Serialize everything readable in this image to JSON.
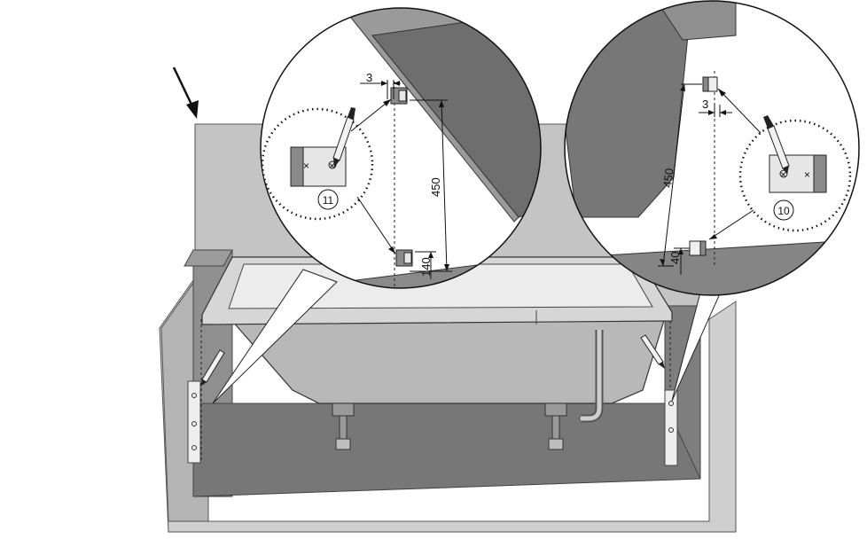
{
  "diagram": {
    "left_detail": {
      "edge_gap": "3",
      "spacing": "450",
      "bottom_height": "140",
      "part_number": "11"
    },
    "right_detail": {
      "edge_gap": "3",
      "spacing": "450",
      "bottom_height": "40",
      "part_number": "10"
    }
  },
  "colors": {
    "wall_dark": "#8c8c8c",
    "wall_mid": "#a9a9a9",
    "wall_light": "#c8c8c8",
    "floor": "#7d7d7d",
    "tub_body": "#b9b9b9",
    "tub_inner": "#eeeeee",
    "detail_bg": "#ffffff",
    "line": "#111111"
  }
}
